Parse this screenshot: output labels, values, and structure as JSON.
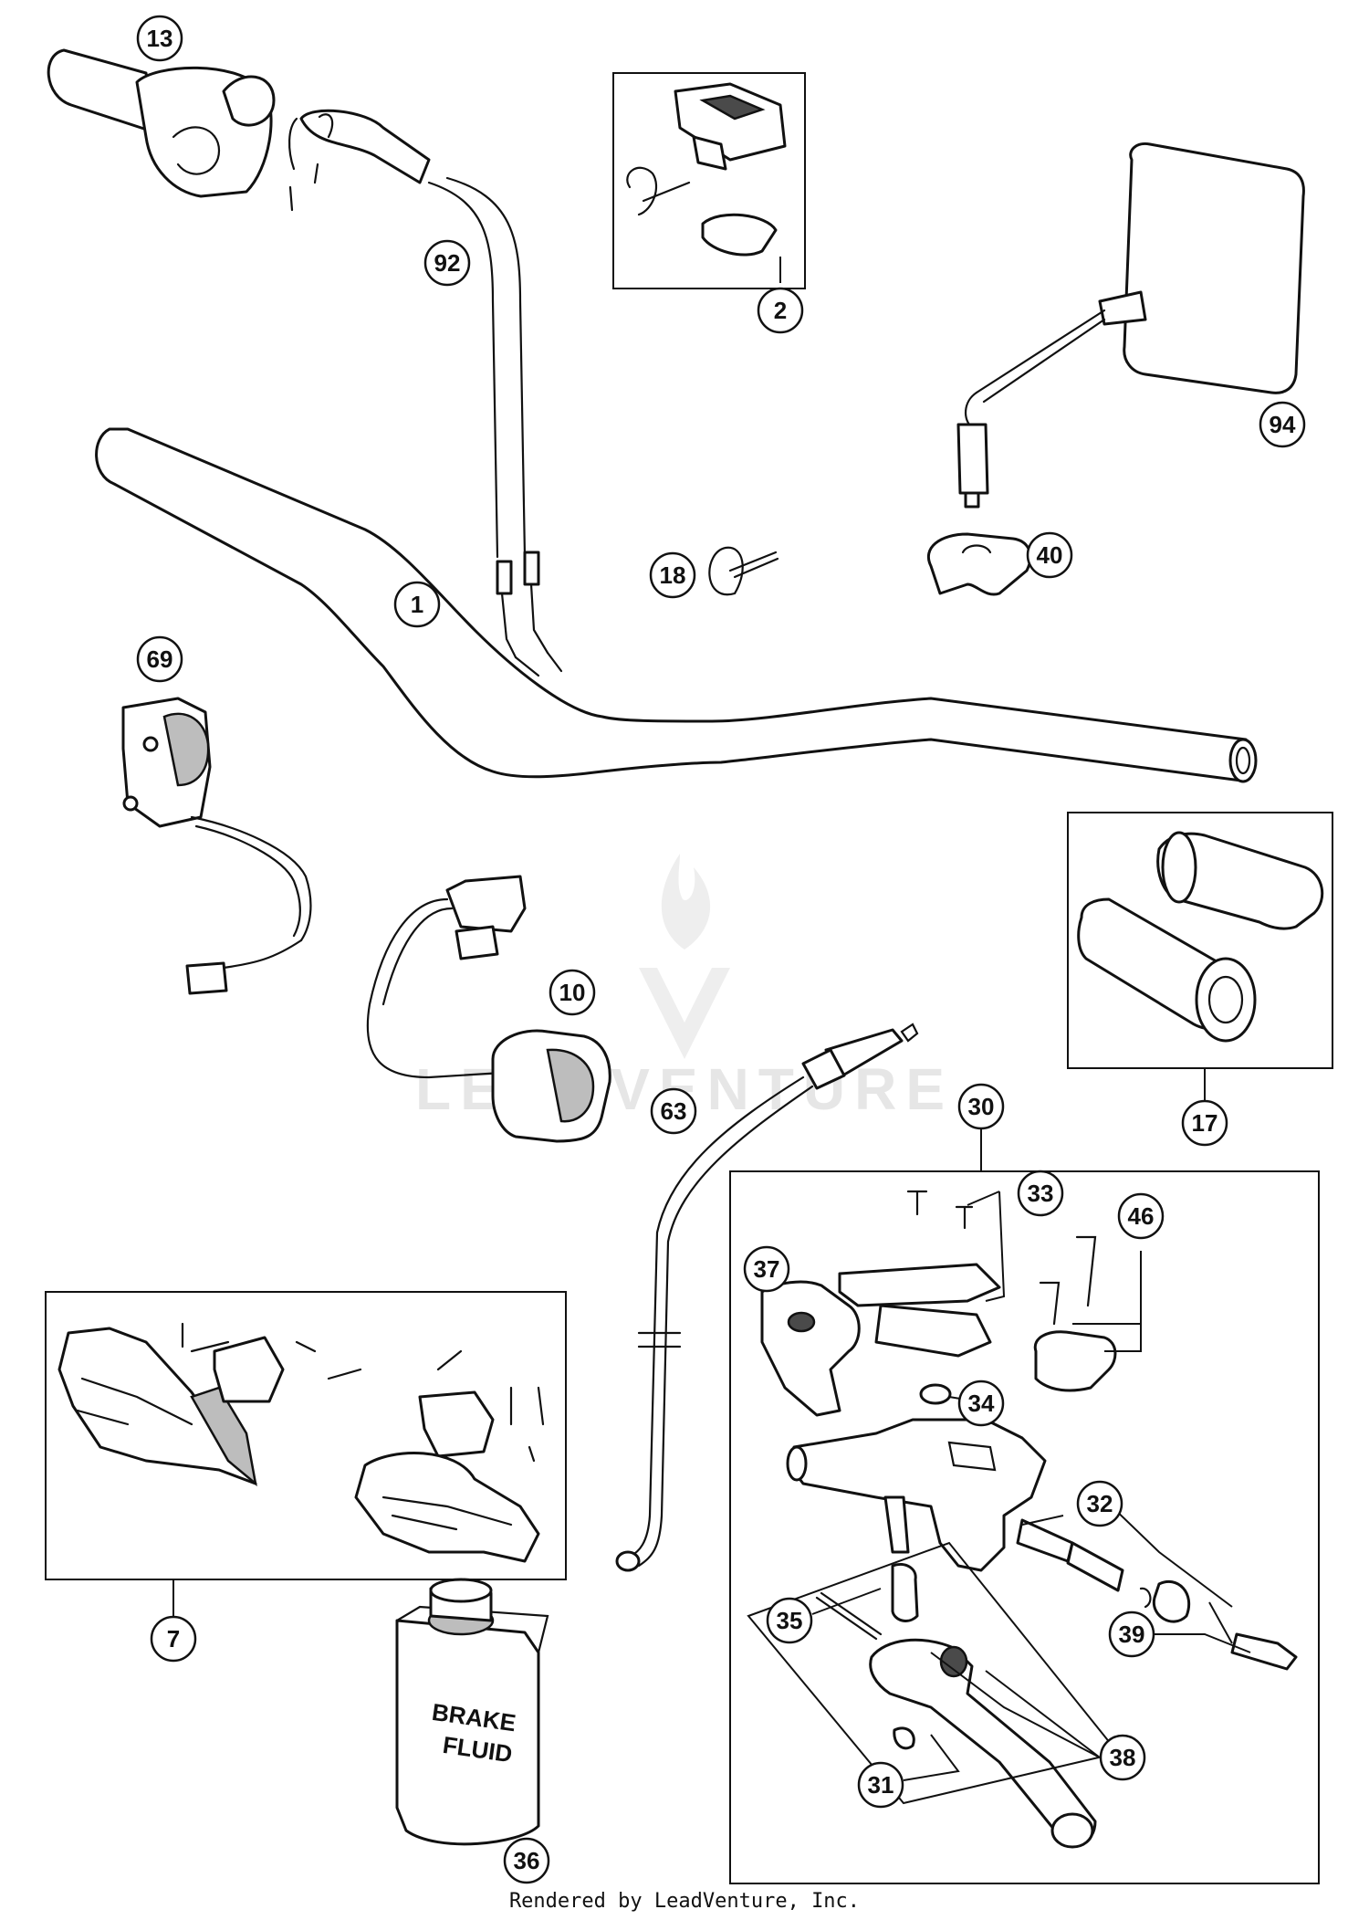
{
  "parts": [
    {
      "ref": "13"
    },
    {
      "ref": "92"
    },
    {
      "ref": "2"
    },
    {
      "ref": "94"
    },
    {
      "ref": "18"
    },
    {
      "ref": "40"
    },
    {
      "ref": "1"
    },
    {
      "ref": "69"
    },
    {
      "ref": "10"
    },
    {
      "ref": "63"
    },
    {
      "ref": "30"
    },
    {
      "ref": "17"
    },
    {
      "ref": "33"
    },
    {
      "ref": "46"
    },
    {
      "ref": "37"
    },
    {
      "ref": "34"
    },
    {
      "ref": "32"
    },
    {
      "ref": "39"
    },
    {
      "ref": "35"
    },
    {
      "ref": "38"
    },
    {
      "ref": "31"
    },
    {
      "ref": "7"
    },
    {
      "ref": "36"
    }
  ],
  "fluid_label": {
    "line1": "BRAKE",
    "line2": "FLUID"
  },
  "watermark": "LEADVENTURE",
  "credit": "Rendered by LeadVenture, Inc."
}
